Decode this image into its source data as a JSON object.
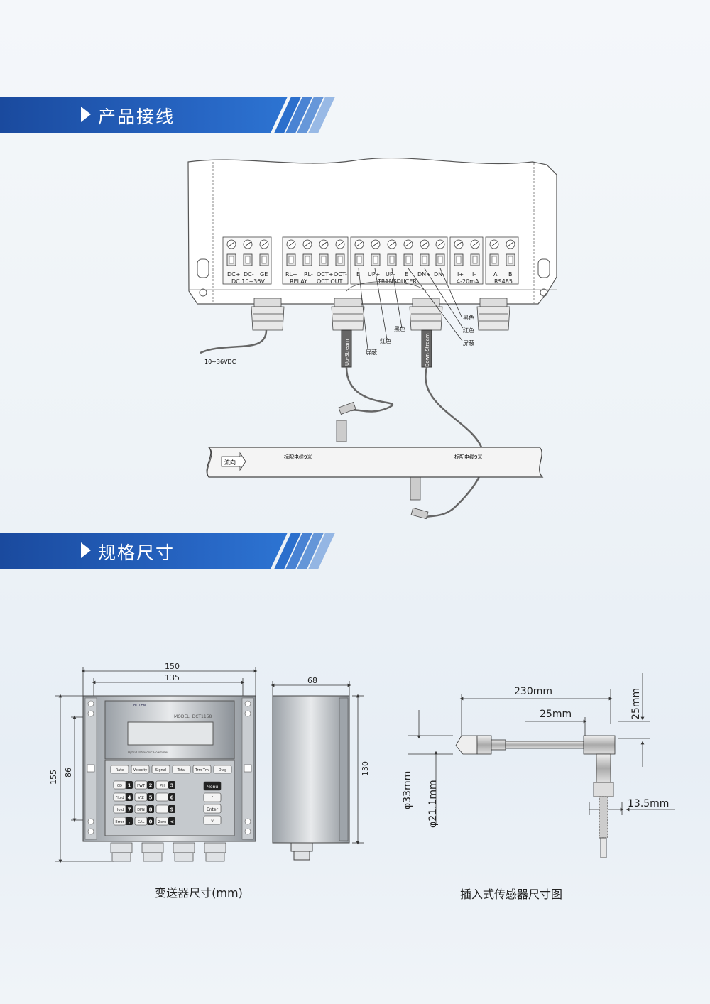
{
  "sections": [
    {
      "title": "产品接线"
    },
    {
      "title": "规格尺寸"
    }
  ],
  "wiring": {
    "terminal_top_labels": [
      "DC+",
      "DC-",
      "GE",
      "RL+",
      "RL-",
      "OCT+",
      "OCT-",
      "E",
      "UP+",
      "UP-",
      "E",
      "DN+",
      "DN-",
      "I+",
      "I-",
      "A",
      "B"
    ],
    "group_labels": [
      "DC   10~36V",
      "RELAY",
      "OCT  OUT",
      "TRANSDUCER",
      "4-20mA",
      "RS485"
    ],
    "wire_labels": {
      "black1": "黑色",
      "red1": "红色",
      "shield1": "屏蔽",
      "black2": "黑色",
      "red2": "红色",
      "shield2": "屏蔽"
    },
    "power_label": "10~36VDC",
    "upstream_label": "Up-Stream",
    "downstream_label": "Down-Stream",
    "flow_label": "流向",
    "cable_label_1": "标配电缆9米",
    "cable_label_2": "标配电缆9米"
  },
  "transmitter": {
    "dim_width_outer": "150",
    "dim_width_inner": "135",
    "dim_height_outer": "155",
    "dim_height_inner": "86",
    "dim_depth": "68",
    "dim_side_height": "130",
    "model": "MODEL: DCT1158",
    "brand": "BOTEN",
    "panel_text": "Hybrid Ultrasonic Flowmeter",
    "top_keys": [
      "Rate",
      "Velocity",
      "Signal",
      "Total",
      "Trm Tm",
      "Diag"
    ],
    "keys": [
      [
        "0D",
        "1"
      ],
      [
        "FWT",
        "2"
      ],
      [
        "PH",
        "3"
      ],
      [
        "Fluid",
        "4"
      ],
      [
        "VIZ",
        "5"
      ],
      [
        "",
        "6"
      ],
      [
        "Hold",
        "7"
      ],
      [
        "DPN",
        "8"
      ],
      [
        "",
        "9"
      ],
      [
        "Error",
        "."
      ],
      [
        "CAL",
        "0"
      ],
      [
        "Zero",
        "<"
      ]
    ],
    "side_keys": [
      "Menu",
      "^",
      "Enter",
      "v"
    ],
    "caption": "变送器尺寸(mm)"
  },
  "sensor": {
    "dim_length": "230mm",
    "dim_25_h": "25mm",
    "dim_25_v": "25mm",
    "dim_33": "φ33mm",
    "dim_21": "φ21.1mm",
    "dim_13": "13.5mm",
    "caption": "插入式传感器尺寸图"
  },
  "colors": {
    "band": "#1f57b0",
    "band_light": "#2d74d2"
  }
}
